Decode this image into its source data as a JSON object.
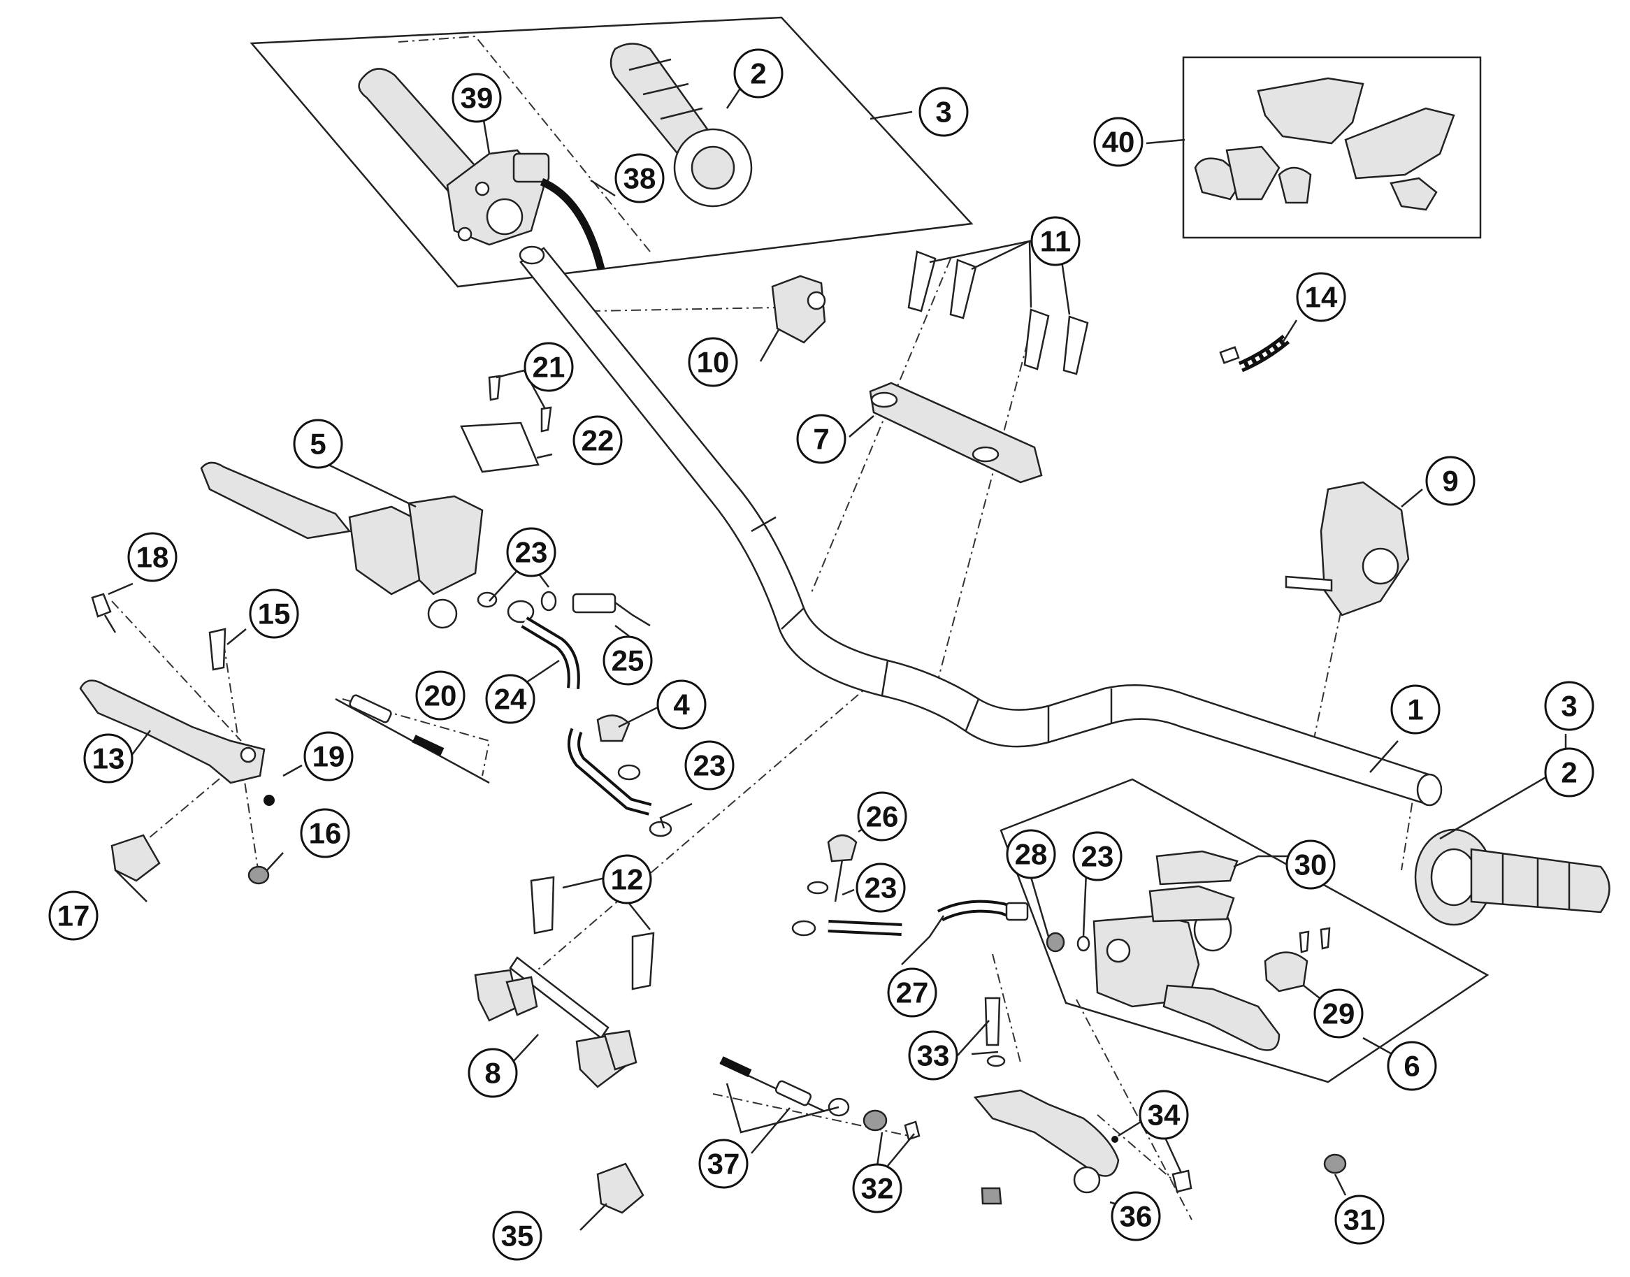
{
  "callouts": [
    {
      "id": "c1",
      "label": "1"
    },
    {
      "id": "c2a",
      "label": "2"
    },
    {
      "id": "c2b",
      "label": "2"
    },
    {
      "id": "c3a",
      "label": "3"
    },
    {
      "id": "c3b",
      "label": "3"
    },
    {
      "id": "c4",
      "label": "4"
    },
    {
      "id": "c5",
      "label": "5"
    },
    {
      "id": "c6",
      "label": "6"
    },
    {
      "id": "c7",
      "label": "7"
    },
    {
      "id": "c8",
      "label": "8"
    },
    {
      "id": "c9",
      "label": "9"
    },
    {
      "id": "c10",
      "label": "10"
    },
    {
      "id": "c11",
      "label": "11"
    },
    {
      "id": "c12",
      "label": "12"
    },
    {
      "id": "c13",
      "label": "13"
    },
    {
      "id": "c14",
      "label": "14"
    },
    {
      "id": "c15",
      "label": "15"
    },
    {
      "id": "c16",
      "label": "16"
    },
    {
      "id": "c17",
      "label": "17"
    },
    {
      "id": "c18",
      "label": "18"
    },
    {
      "id": "c19",
      "label": "19"
    },
    {
      "id": "c20",
      "label": "20"
    },
    {
      "id": "c21",
      "label": "21"
    },
    {
      "id": "c22",
      "label": "22"
    },
    {
      "id": "c23a",
      "label": "23"
    },
    {
      "id": "c23b",
      "label": "23"
    },
    {
      "id": "c23c",
      "label": "23"
    },
    {
      "id": "c23d",
      "label": "23"
    },
    {
      "id": "c24",
      "label": "24"
    },
    {
      "id": "c25",
      "label": "25"
    },
    {
      "id": "c26",
      "label": "26"
    },
    {
      "id": "c27",
      "label": "27"
    },
    {
      "id": "c28",
      "label": "28"
    },
    {
      "id": "c29",
      "label": "29"
    },
    {
      "id": "c30",
      "label": "30"
    },
    {
      "id": "c31",
      "label": "31"
    },
    {
      "id": "c32",
      "label": "32"
    },
    {
      "id": "c33",
      "label": "33"
    },
    {
      "id": "c34",
      "label": "34"
    },
    {
      "id": "c35",
      "label": "35"
    },
    {
      "id": "c36",
      "label": "36"
    },
    {
      "id": "c37",
      "label": "37"
    },
    {
      "id": "c38",
      "label": "38"
    },
    {
      "id": "c39",
      "label": "39"
    },
    {
      "id": "c40",
      "label": "40"
    }
  ]
}
